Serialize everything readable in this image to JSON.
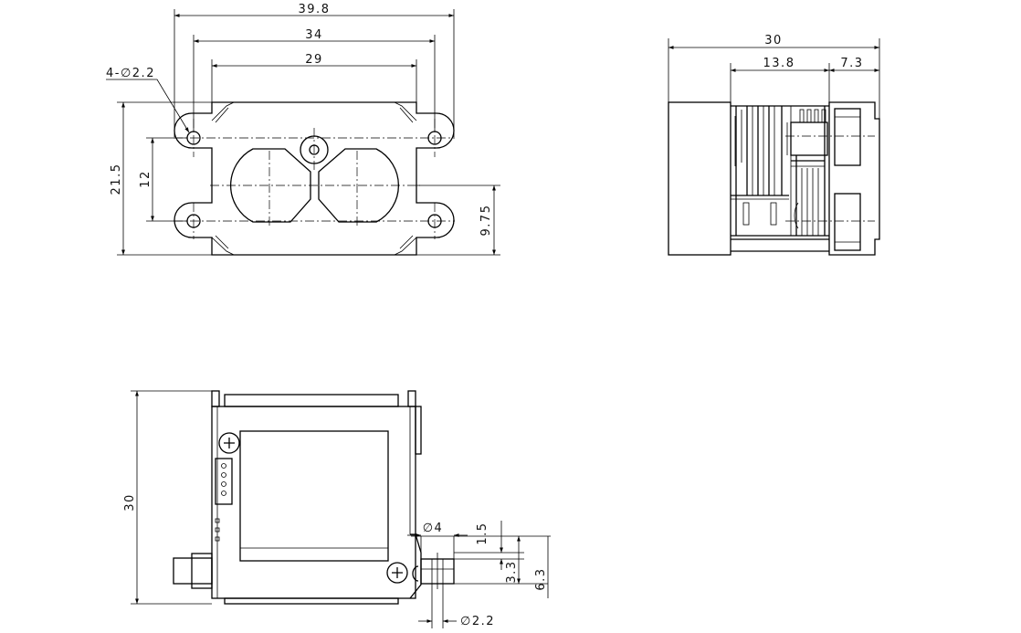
{
  "front_view": {
    "dim_overall_width": "39.8",
    "dim_mount_holes": "34",
    "dim_body_width": "29",
    "dim_hole_callout": "4-∅2.2",
    "dim_height": "21.5",
    "dim_hole_spacing": "12",
    "dim_center_height": "9.75"
  },
  "side_view": {
    "dim_depth": "30",
    "dim_section_a": "13.8",
    "dim_section_b": "7.3"
  },
  "bottom_view": {
    "dim_depth": "30",
    "dim_pin_diameter": "∅4",
    "dim_pin_offset": "1.5",
    "dim_pin_height": "3.3",
    "dim_total_height": "6.3",
    "dim_hole_diameter": "∅2.2"
  }
}
